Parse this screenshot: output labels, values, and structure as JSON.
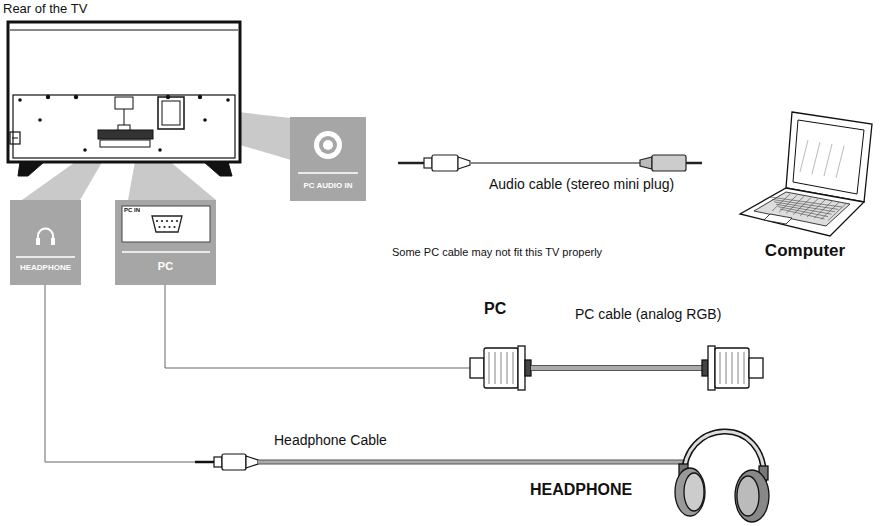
{
  "diagram": {
    "nodes": [
      {
        "text": [
          "PC AUDIO IN"
        ]
      },
      {
        "text": [
          "HEADPHONE"
        ]
      },
      {
        "text": [
          "PC IN",
          "PC"
        ]
      },
      {
        "text": [
          "Computer"
        ]
      },
      {
        "text": [
          "HEADPHONE"
        ]
      }
    ],
    "edges": [
      {
        "from": 1,
        "to": 4,
        "arrow": "none",
        "label": "Headphone Cable"
      }
    ],
    "labels": [
      "Rear of the TV",
      "Audio cable (stereo mini plug)",
      "Some PC cable may not fit this TV properly",
      "PC",
      "PC cable (analog RGB)"
    ]
  }
}
